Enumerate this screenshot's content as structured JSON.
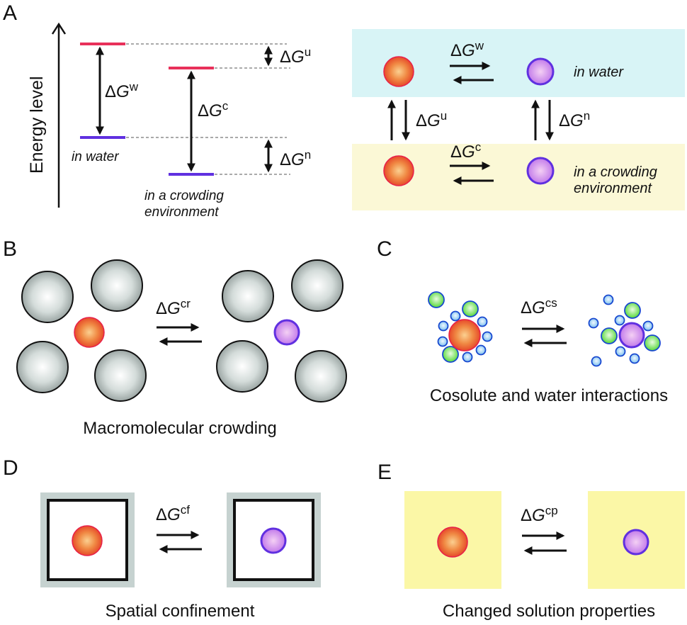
{
  "figure": {
    "colors": {
      "unfolded_fill_center": "#f8b870",
      "unfolded_fill_edge": "#e8542a",
      "unfolded_stroke": "#e8204a",
      "folded_fill_center": "#f0c8f4",
      "folded_fill_edge": "#c070e8",
      "folded_stroke": "#6030e0",
      "water_bg": "#d8f4f6",
      "crowding_bg": "#fbf8d6",
      "solution_bg": "#fbf7a6",
      "confinement_frame": "#c6d2d0",
      "crowder_center": "#ffffff",
      "crowder_edge": "#8a9694",
      "cosolute_green": "#6ae04a",
      "water_blue": "#8ccaf0",
      "small_stroke": "#1848d0",
      "energy_unfolded_line": "#e8305a",
      "energy_folded_line": "#6030e0"
    },
    "panel_a": {
      "letter": "A",
      "y_axis_label": "Energy level",
      "delta_symbol": "Δ",
      "g_symbol": "G",
      "dg_w_sup": "w",
      "dg_c_sup": "c",
      "dg_u_sup": "u",
      "dg_n_sup": "n",
      "in_water_label": "in water",
      "crowding_label_line1": "in a crowding",
      "crowding_label_line2": "environment",
      "scheme_in_water": "in water",
      "scheme_crowding_line1": "in a crowding",
      "scheme_crowding_line2": "environment"
    },
    "panel_b": {
      "letter": "B",
      "dg_sup": "cr",
      "caption": "Macromolecular crowding"
    },
    "panel_c": {
      "letter": "C",
      "dg_sup": "cs",
      "caption": "Cosolute and water interactions"
    },
    "panel_d": {
      "letter": "D",
      "dg_sup": "cf",
      "caption": "Spatial confinement"
    },
    "panel_e": {
      "letter": "E",
      "dg_sup": "cp",
      "caption": "Changed solution properties"
    }
  }
}
